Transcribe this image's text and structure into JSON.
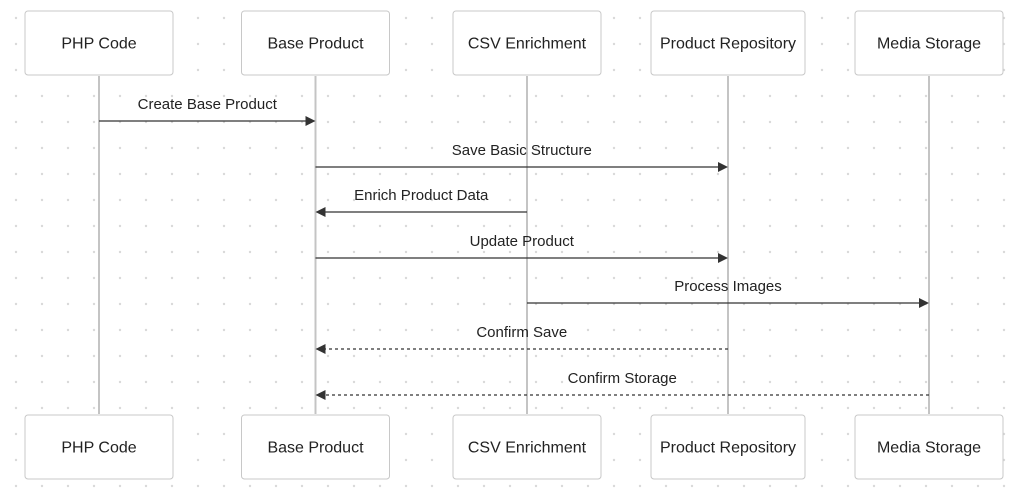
{
  "diagram": {
    "type": "sequence",
    "participants": [
      {
        "id": "php",
        "label": "PHP Code"
      },
      {
        "id": "base",
        "label": "Base Product"
      },
      {
        "id": "csv",
        "label": "CSV Enrichment"
      },
      {
        "id": "repo",
        "label": "Product Repository"
      },
      {
        "id": "media",
        "label": "Media Storage"
      }
    ],
    "messages": [
      {
        "from": "php",
        "to": "base",
        "label": "Create Base Product",
        "style": "solid"
      },
      {
        "from": "base",
        "to": "repo",
        "label": "Save Basic Structure",
        "style": "solid"
      },
      {
        "from": "csv",
        "to": "base",
        "label": "Enrich Product Data",
        "style": "solid"
      },
      {
        "from": "base",
        "to": "repo",
        "label": "Update Product",
        "style": "solid"
      },
      {
        "from": "csv",
        "to": "media",
        "label": "Process Images",
        "style": "solid"
      },
      {
        "from": "repo",
        "to": "base",
        "label": "Confirm Save",
        "style": "dashed"
      },
      {
        "from": "media",
        "to": "base",
        "label": "Confirm Storage",
        "style": "dashed"
      }
    ]
  },
  "colors": {
    "background": "#ffffff",
    "grid_dot": "#d9d9d9",
    "box_border": "#c8c8c8",
    "lifeline": "#c4c4c4",
    "arrow": "#333333",
    "text": "#222222"
  }
}
